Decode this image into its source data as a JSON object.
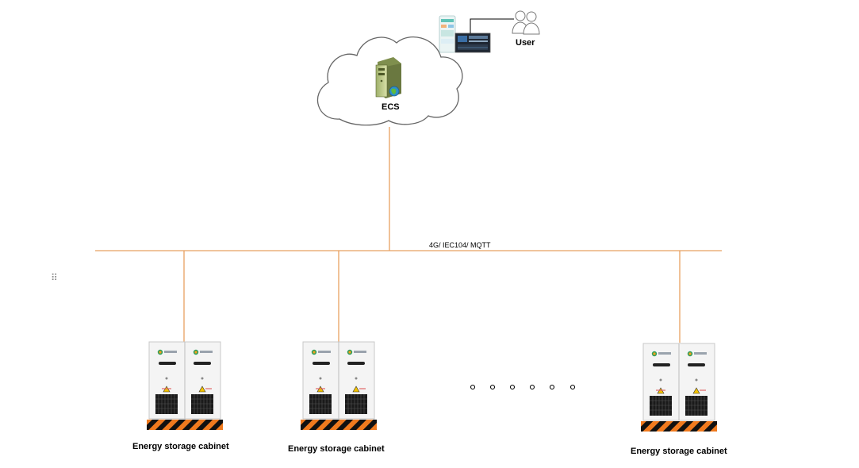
{
  "diagram": {
    "cloud_node": {
      "label": "ECS",
      "icon": "server-icon"
    },
    "user_node": {
      "label": "User",
      "icon": "users-icon",
      "device_icon": "monitor-dashboard-icon"
    },
    "bus": {
      "label": "4G/ IEC104/ MQTT",
      "color": "#E8A060"
    },
    "cabinets": [
      {
        "label": "Energy storage cabinet",
        "icon": "energy-storage-cabinet-icon"
      },
      {
        "label": "Energy storage cabinet",
        "icon": "energy-storage-cabinet-icon"
      },
      {
        "label": "Energy storage cabinet",
        "icon": "energy-storage-cabinet-icon"
      }
    ],
    "ellipsis_icon": "ellipsis-dots-icon",
    "drag_handle_icon": "drag-handle-icon"
  }
}
